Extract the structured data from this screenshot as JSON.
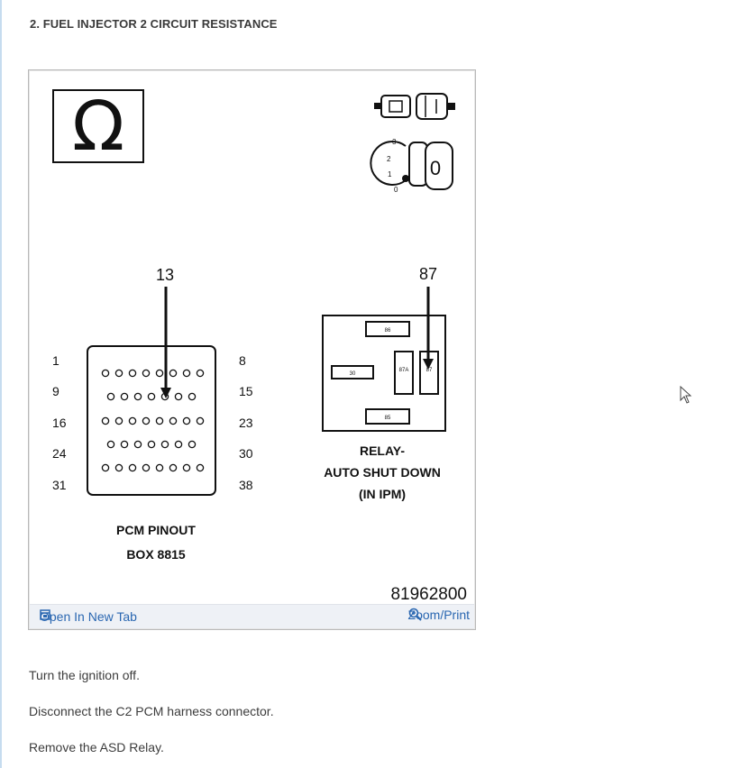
{
  "step": {
    "title": "2. FUEL INJECTOR 2 CIRCUIT RESISTANCE"
  },
  "figure": {
    "ohm_symbol": "Ω",
    "key_position_label": "0",
    "key_positions": [
      "3",
      "2",
      "1",
      "0"
    ],
    "pcm": {
      "pin_callout": "13",
      "left_labels": [
        "1",
        "9",
        "16",
        "24",
        "31"
      ],
      "right_labels": [
        "8",
        "15",
        "23",
        "30",
        "38"
      ],
      "caption_line1": "PCM PINOUT",
      "caption_line2": "BOX 8815"
    },
    "relay": {
      "pin_callout": "87",
      "terminals": [
        "86",
        "30",
        "87A",
        "87",
        "85"
      ],
      "caption_line1": "RELAY-",
      "caption_line2": "AUTO SHUT DOWN",
      "caption_line3": "(IN IPM)"
    },
    "image_number": "81962800"
  },
  "figure_toolbar": {
    "open_new_tab_label": "Open In New Tab",
    "zoom_print_label": "Zoom/Print",
    "link_color": "#2a67b1"
  },
  "instructions": [
    "Turn the ignition off.",
    "Disconnect the C2 PCM harness connector.",
    "Remove the ASD Relay."
  ]
}
